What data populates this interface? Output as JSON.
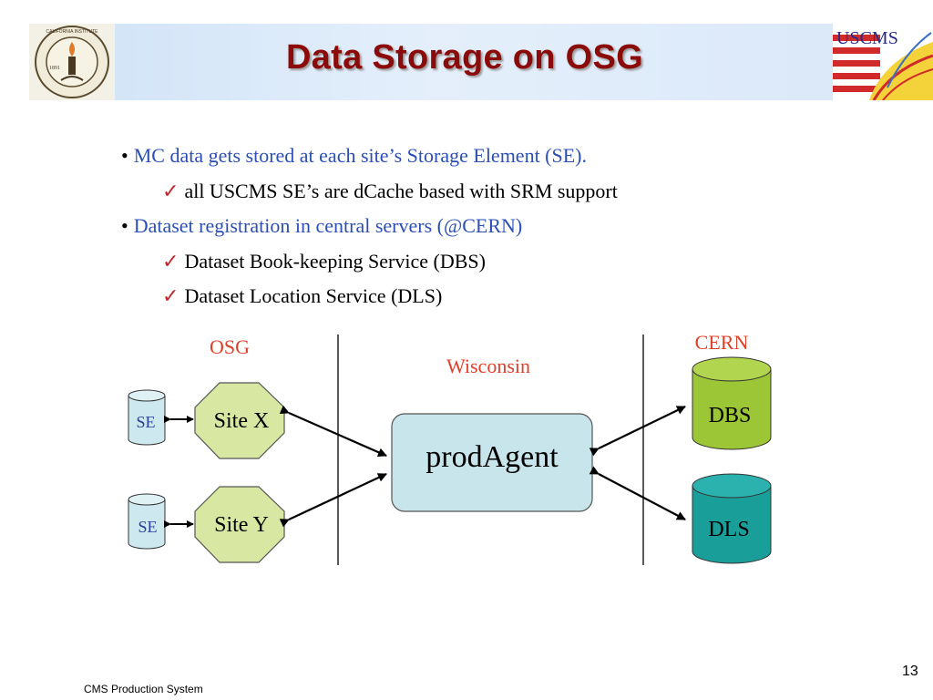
{
  "slide": {
    "title": "Data Storage on OSG",
    "logo_left_text": "CALIFORNIA INSTITUTE OF TECHNOLOGY",
    "logo_left_year": "1891",
    "logo_right_text": "USCMS",
    "footer": "CMS Production System",
    "page_number": "13"
  },
  "bullets": [
    {
      "text": "MC data gets stored at each site’s Storage Element (SE).",
      "subs": [
        "all USCMS SE’s are dCache based with SRM support"
      ]
    },
    {
      "text": "Dataset registration in central servers (@CERN)",
      "subs": [
        "Dataset Book-keeping Service (DBS)",
        "Dataset Location Service (DLS)"
      ]
    }
  ],
  "diagram": {
    "osg_label": "OSG",
    "wisconsin_label": "Wisconsin",
    "cern_label": "CERN",
    "se1": "SE",
    "se2": "SE",
    "site_x": "Site X",
    "site_y": "Site Y",
    "prodagent": "prodAgent",
    "dbs": "DBS",
    "dls": "DLS",
    "colors": {
      "se_fill": "#cde8ee",
      "site_fill": "#d8e8a2",
      "prodagent_fill": "#c8e5eb",
      "dbs_fill": "#9cc635",
      "dls_fill": "#1a9e9a",
      "region_label": "#e0402a"
    }
  }
}
